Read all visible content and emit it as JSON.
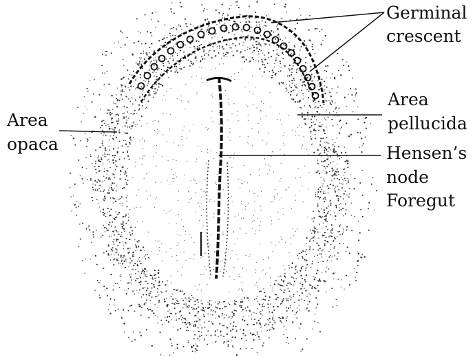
{
  "labels": {
    "germinal": "Germinal",
    "crescent": "crescent",
    "area_p1": "Area",
    "area_p2": "pellucida",
    "area_o1": "Area",
    "area_o2": "opaca",
    "hensen1": "Hensen’s",
    "hensen2": "node",
    "foregut": "Foregut"
  },
  "colors": {
    "ink": "#111111",
    "stipple": "#333333",
    "background": "#ffffff"
  }
}
